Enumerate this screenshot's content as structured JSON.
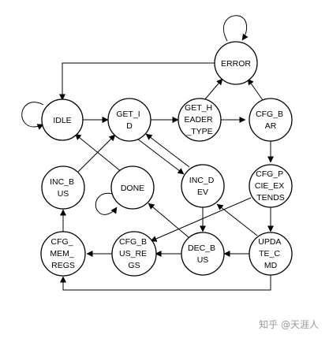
{
  "diagram": {
    "states": {
      "error": [
        "ERROR"
      ],
      "idle": [
        "IDLE"
      ],
      "get_id": [
        "GET_I",
        "D"
      ],
      "get_header_type": [
        "GET_H",
        "EADER",
        "_TYPE"
      ],
      "cfg_bar": [
        "CFG_B",
        "AR"
      ],
      "inc_bus": [
        "INC_B",
        "US"
      ],
      "done": [
        "DONE"
      ],
      "inc_dev": [
        "INC_D",
        "EV"
      ],
      "cfg_pcie_extends": [
        "CFG_P",
        "CIE_EX",
        "TENDS"
      ],
      "cfg_mem_regs": [
        "CFG_",
        "MEM_",
        "REGS"
      ],
      "cfg_bus_regs": [
        "CFG_B",
        "US_RE",
        "GS"
      ],
      "dec_bus": [
        "DEC_B",
        "US"
      ],
      "update_cmd": [
        "UPDA",
        "TE_C",
        "MD"
      ]
    }
  },
  "watermark": "知乎 @天涯人"
}
